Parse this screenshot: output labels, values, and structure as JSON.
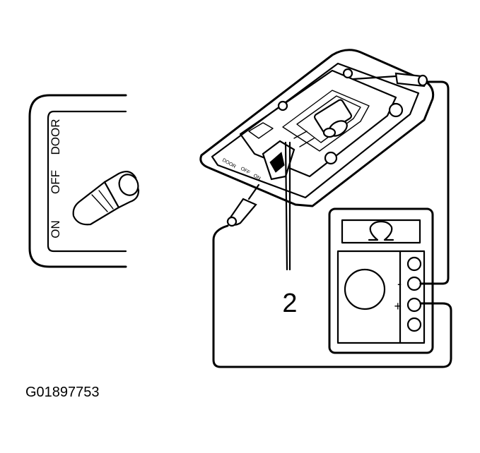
{
  "switch_labels": {
    "on": "ON",
    "off": "OFF",
    "door": "DOOR"
  },
  "callout_number": "2",
  "meter": {
    "display_symbol": "Ω",
    "terminal_minus": "-",
    "terminal_plus": "+"
  },
  "figure_id": "G01897753"
}
